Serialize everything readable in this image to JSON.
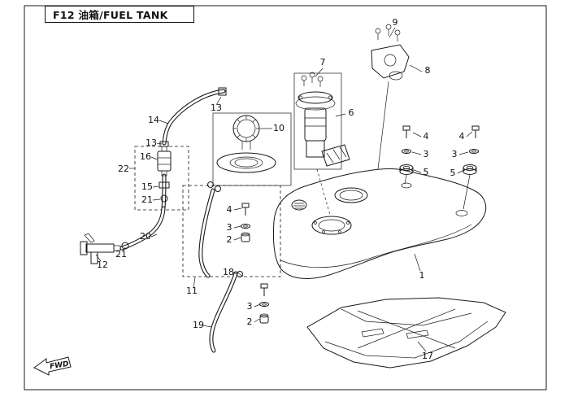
{
  "page": {
    "title": "F12 油箱/FUEL TANK",
    "fwd_label": "FWD"
  },
  "diagram": {
    "description": "Exploded parts diagram of fuel tank assembly",
    "callouts": [
      {
        "n": "9"
      },
      {
        "n": "7"
      },
      {
        "n": "8"
      },
      {
        "n": "6"
      },
      {
        "n": "13"
      },
      {
        "n": "10"
      },
      {
        "n": "14"
      },
      {
        "n": "13"
      },
      {
        "n": "16"
      },
      {
        "n": "22"
      },
      {
        "n": "15"
      },
      {
        "n": "21"
      },
      {
        "n": "20"
      },
      {
        "n": "21"
      },
      {
        "n": "12"
      },
      {
        "n": "11"
      },
      {
        "n": "18"
      },
      {
        "n": "19"
      },
      {
        "n": "4"
      },
      {
        "n": "3"
      },
      {
        "n": "2"
      },
      {
        "n": "3"
      },
      {
        "n": "2"
      },
      {
        "n": "4"
      },
      {
        "n": "3"
      },
      {
        "n": "5"
      },
      {
        "n": "4"
      },
      {
        "n": "3"
      },
      {
        "n": "5"
      },
      {
        "n": "1"
      },
      {
        "n": "17"
      }
    ]
  }
}
